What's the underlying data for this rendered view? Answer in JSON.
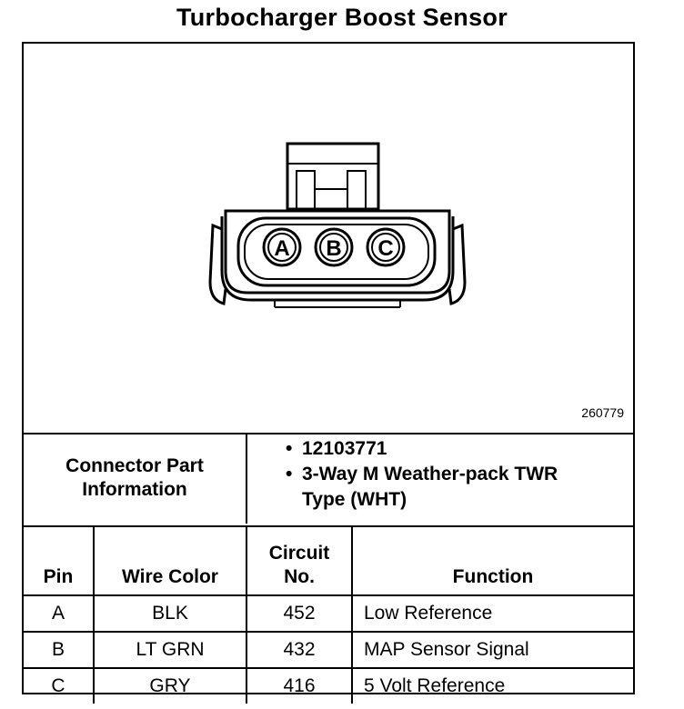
{
  "title": "Turbocharger Boost Sensor",
  "diagram": {
    "figure_id": "260779",
    "pins": [
      "A",
      "B",
      "C"
    ]
  },
  "connector": {
    "label_line1": "Connector Part",
    "label_line2": "Information",
    "items": [
      {
        "bullet": "•",
        "line1": "12103771",
        "line2": ""
      },
      {
        "bullet": "•",
        "line1": "3-Way M Weather-pack TWR",
        "line2": "Type (WHT)"
      }
    ]
  },
  "table": {
    "headers": {
      "pin": "Pin",
      "wire": "Wire Color",
      "circuit_line1": "Circuit",
      "circuit_line2": "No.",
      "function": "Function"
    },
    "rows": [
      {
        "pin": "A",
        "wire": "BLK",
        "circuit": "452",
        "function": "Low Reference"
      },
      {
        "pin": "B",
        "wire": "LT GRN",
        "circuit": "432",
        "function": "MAP Sensor Signal"
      },
      {
        "pin": "C",
        "wire": "GRY",
        "circuit": "416",
        "function": "5 Volt Reference"
      }
    ]
  }
}
